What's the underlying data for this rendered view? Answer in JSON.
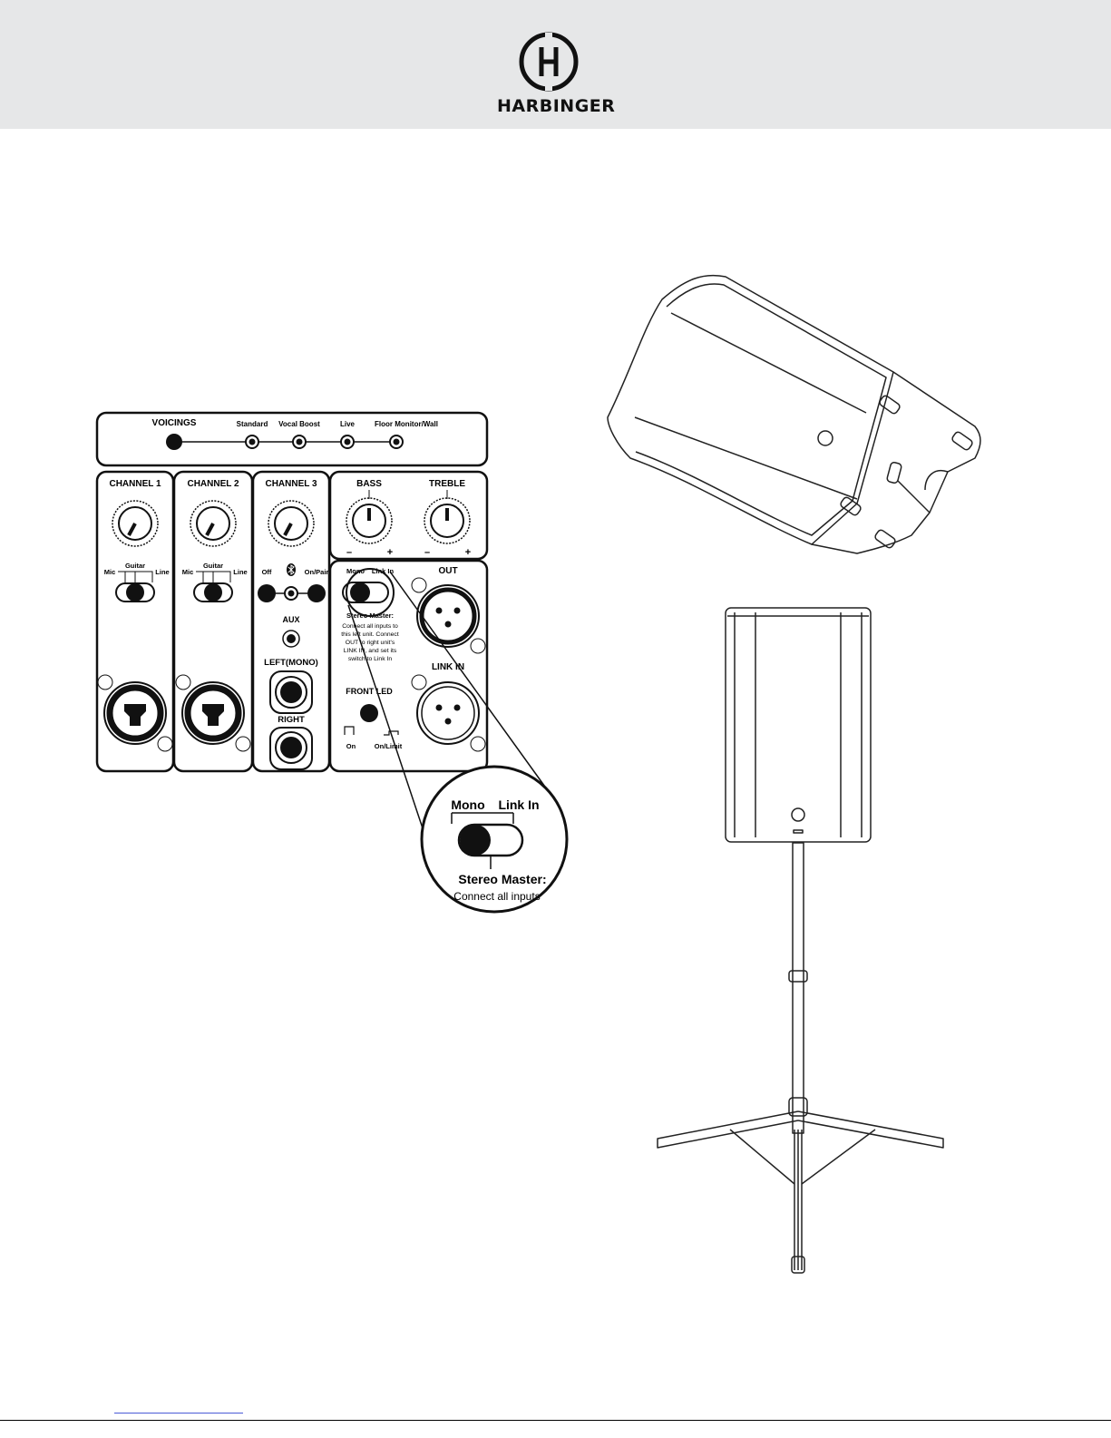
{
  "brand": {
    "name": "HARBINGER",
    "logo_icon": "h-circle-icon"
  },
  "panel": {
    "voicings": {
      "title": "VOICINGS",
      "options": [
        "Standard",
        "Vocal Boost",
        "Live",
        "Floor Monitor/Wall"
      ],
      "selected_index": 0
    },
    "channel1": {
      "title": "CHANNEL 1",
      "switch": [
        "Mic",
        "Guitar",
        "Line"
      ],
      "selected": "Guitar"
    },
    "channel2": {
      "title": "CHANNEL 2",
      "switch": [
        "Mic",
        "Guitar",
        "Line"
      ],
      "selected": "Guitar"
    },
    "channel3": {
      "title": "CHANNEL 3",
      "bt_off": "Off",
      "bt_on": "On/Pair",
      "bt_icon": "bluetooth-icon",
      "aux": "AUX",
      "left": "LEFT(MONO)",
      "right": "RIGHT"
    },
    "bass": {
      "title": "BASS",
      "minus": "–",
      "plus": "+"
    },
    "treble": {
      "title": "TREBLE",
      "minus": "–",
      "plus": "+"
    },
    "link": {
      "mono": "Mono",
      "link_in": "Link In",
      "stereo_master": "Stereo Master:",
      "desc": [
        "Connect all inputs to",
        "this left unit. Connect",
        "OUT to right unit's",
        "LINK IN, and set its",
        "switch to Link In"
      ]
    },
    "out_label": "OUT",
    "link_in_label": "LINK IN",
    "front_led": {
      "title": "FRONT LED",
      "on": "On",
      "on_limit": "On/Limit"
    },
    "zoom": {
      "mono": "Mono",
      "link_in": "Link In",
      "stereo_master": "Stereo Master:",
      "desc": "Connect all inputs"
    }
  }
}
